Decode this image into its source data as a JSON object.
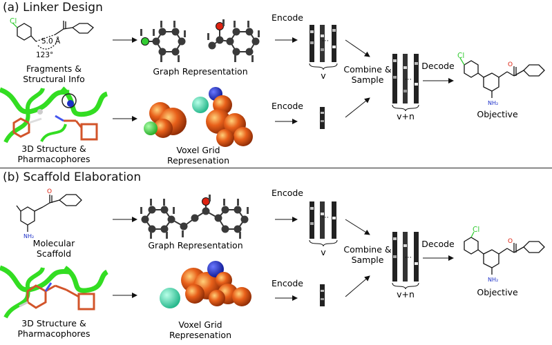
{
  "sections": [
    {
      "title": "(a) Linker Design",
      "fragment_caption": [
        "Fragments &",
        "Structural Info"
      ],
      "distance_label": "5.0 Å",
      "angle_label": "123°",
      "graph_caption": "Graph Representation",
      "structure_caption": [
        "3D Structure &",
        "Pharmacophores"
      ],
      "voxel_caption": [
        "Voxel Grid",
        "Represenation"
      ],
      "encode_top": "Encode",
      "encode_bottom": "Encode",
      "v_label": "v",
      "combine_caption": [
        "Combine &",
        "Sample"
      ],
      "vn_label": "v+n",
      "decode_label": "Decode",
      "objective_caption": "Objective"
    },
    {
      "title": "(b) Scaffold Elaboration",
      "fragment_caption": [
        "Molecular",
        "Scaffold"
      ],
      "graph_caption": "Graph Representation",
      "structure_caption": [
        "3D Structure &",
        "Pharmacophores"
      ],
      "voxel_caption": [
        "Voxel Grid",
        "Represenation"
      ],
      "encode_top": "Encode",
      "encode_bottom": "Encode",
      "v_label": "v",
      "combine_caption": [
        "Combine &",
        "Sample"
      ],
      "vn_label": "v+n",
      "decode_label": "Decode",
      "objective_caption": "Objective"
    }
  ],
  "atom_labels": {
    "oxygen": "O",
    "chlorine": "Cl",
    "amine": "NH₂"
  },
  "colors": {
    "protein_green": "#33dd22",
    "ligand_orange": "#d2542a",
    "voxel_orange": "#e0560f",
    "node_dark": "#3a3a3a",
    "node_green": "#33cc33",
    "node_red": "#dd2211",
    "blue_sphere": "#1c2fc8",
    "cyan_sphere": "#44e0b0"
  }
}
